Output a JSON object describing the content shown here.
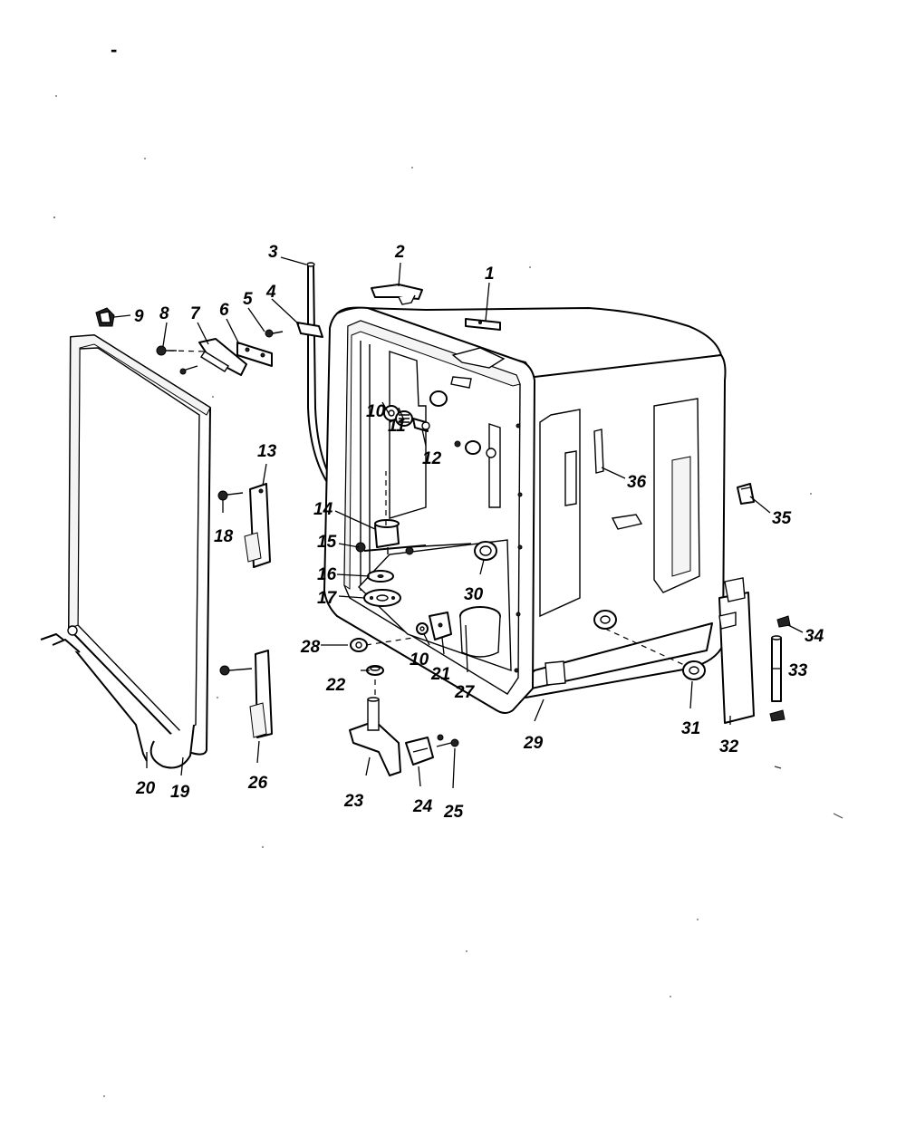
{
  "diagram": {
    "callouts": [
      "1",
      "2",
      "3",
      "4",
      "5",
      "6",
      "7",
      "8",
      "9",
      "10",
      "11",
      "12",
      "13",
      "14",
      "15",
      "16",
      "17",
      "18",
      "19",
      "20",
      "21",
      "22",
      "23",
      "24",
      "25",
      "26",
      "27",
      "28",
      "29",
      "30",
      "31",
      "32",
      "33",
      "34",
      "35",
      "36"
    ],
    "second_10": "10",
    "top_mark": "-"
  }
}
